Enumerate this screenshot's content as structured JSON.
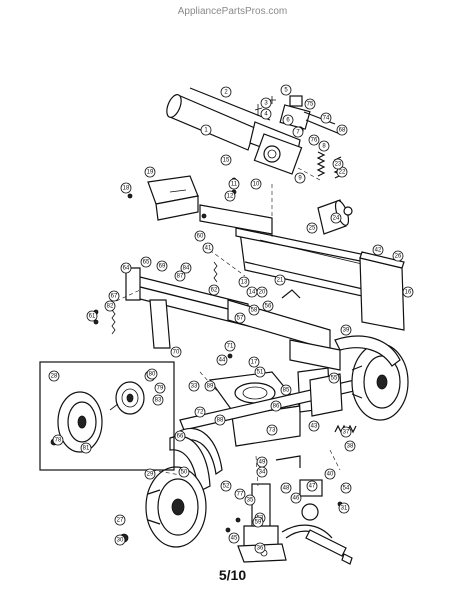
{
  "watermark": "AppliancePartsPros.com",
  "page_number": "5/10",
  "callouts": [
    "1",
    "2",
    "3",
    "4",
    "5",
    "6",
    "7",
    "8",
    "9",
    "10",
    "11",
    "12",
    "13",
    "14",
    "15",
    "16",
    "17",
    "18",
    "19",
    "20",
    "21",
    "22",
    "23",
    "24",
    "25",
    "26",
    "27",
    "28",
    "29",
    "30",
    "31",
    "33",
    "34",
    "35",
    "36",
    "37",
    "38",
    "39",
    "40",
    "41",
    "42",
    "43",
    "44",
    "45",
    "46",
    "47",
    "48",
    "49",
    "50",
    "51",
    "52",
    "53",
    "54",
    "55",
    "56",
    "57",
    "58",
    "59",
    "60",
    "61",
    "62",
    "63",
    "64",
    "65",
    "66",
    "67",
    "68",
    "69",
    "70",
    "71",
    "72",
    "73",
    "74",
    "75",
    "76",
    "77",
    "78",
    "79",
    "80",
    "81",
    "82",
    "83",
    "84",
    "85",
    "86",
    "87",
    "88",
    "89"
  ]
}
